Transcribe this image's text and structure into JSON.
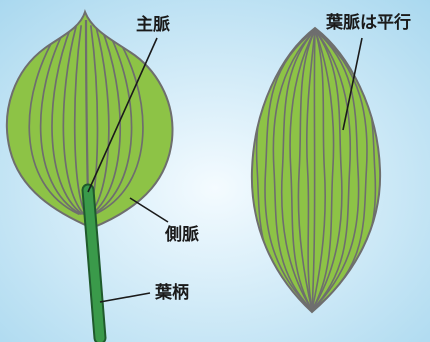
{
  "labels": {
    "main_vein": "主脈",
    "lateral_vein": "側脈",
    "petiole": "葉柄",
    "parallel_veins": "葉脈は平行"
  },
  "colors": {
    "background_center": "#f4fbff",
    "background_edge": "#a9d8ef",
    "leaf_fill": "#8dc346",
    "vein": "#6e6e6e",
    "stem": "#3a9a4a",
    "stem_outline": "#1f5a2c",
    "label_text": "#1a1a1a",
    "leader_line": "#1a1a1a"
  }
}
